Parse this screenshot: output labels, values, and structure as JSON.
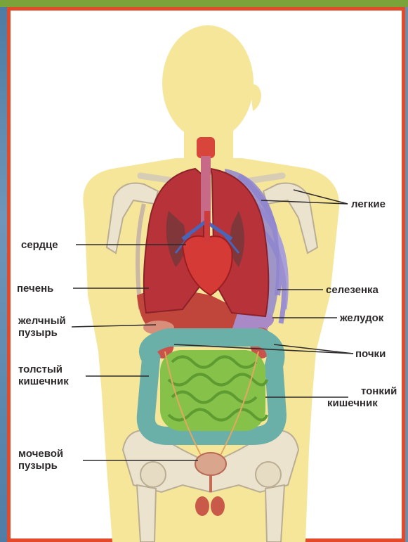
{
  "colors": {
    "frame": "#e24a2a",
    "panel": "#ffffff",
    "body_skin": "#f6e69a",
    "lungs": "#b8323a",
    "intestine": "#86c24a",
    "colon": "#6bb0a8",
    "bone": "#ece3cf",
    "label_text": "#2d2a2a"
  },
  "labels": {
    "lungs": "легкие",
    "heart": "сердце",
    "liver": "печень",
    "spleen": "селезенка",
    "gallbladder_line1": "желчный",
    "gallbladder_line2": "пузырь",
    "stomach": "желудок",
    "kidneys": "почки",
    "colon_line1": "толстый",
    "colon_line2": "кишечник",
    "small_intestine_line1": "тонкий",
    "small_intestine_line2": "кишечник",
    "bladder_line1": "мочевой",
    "bladder_line2": "пузырь"
  }
}
